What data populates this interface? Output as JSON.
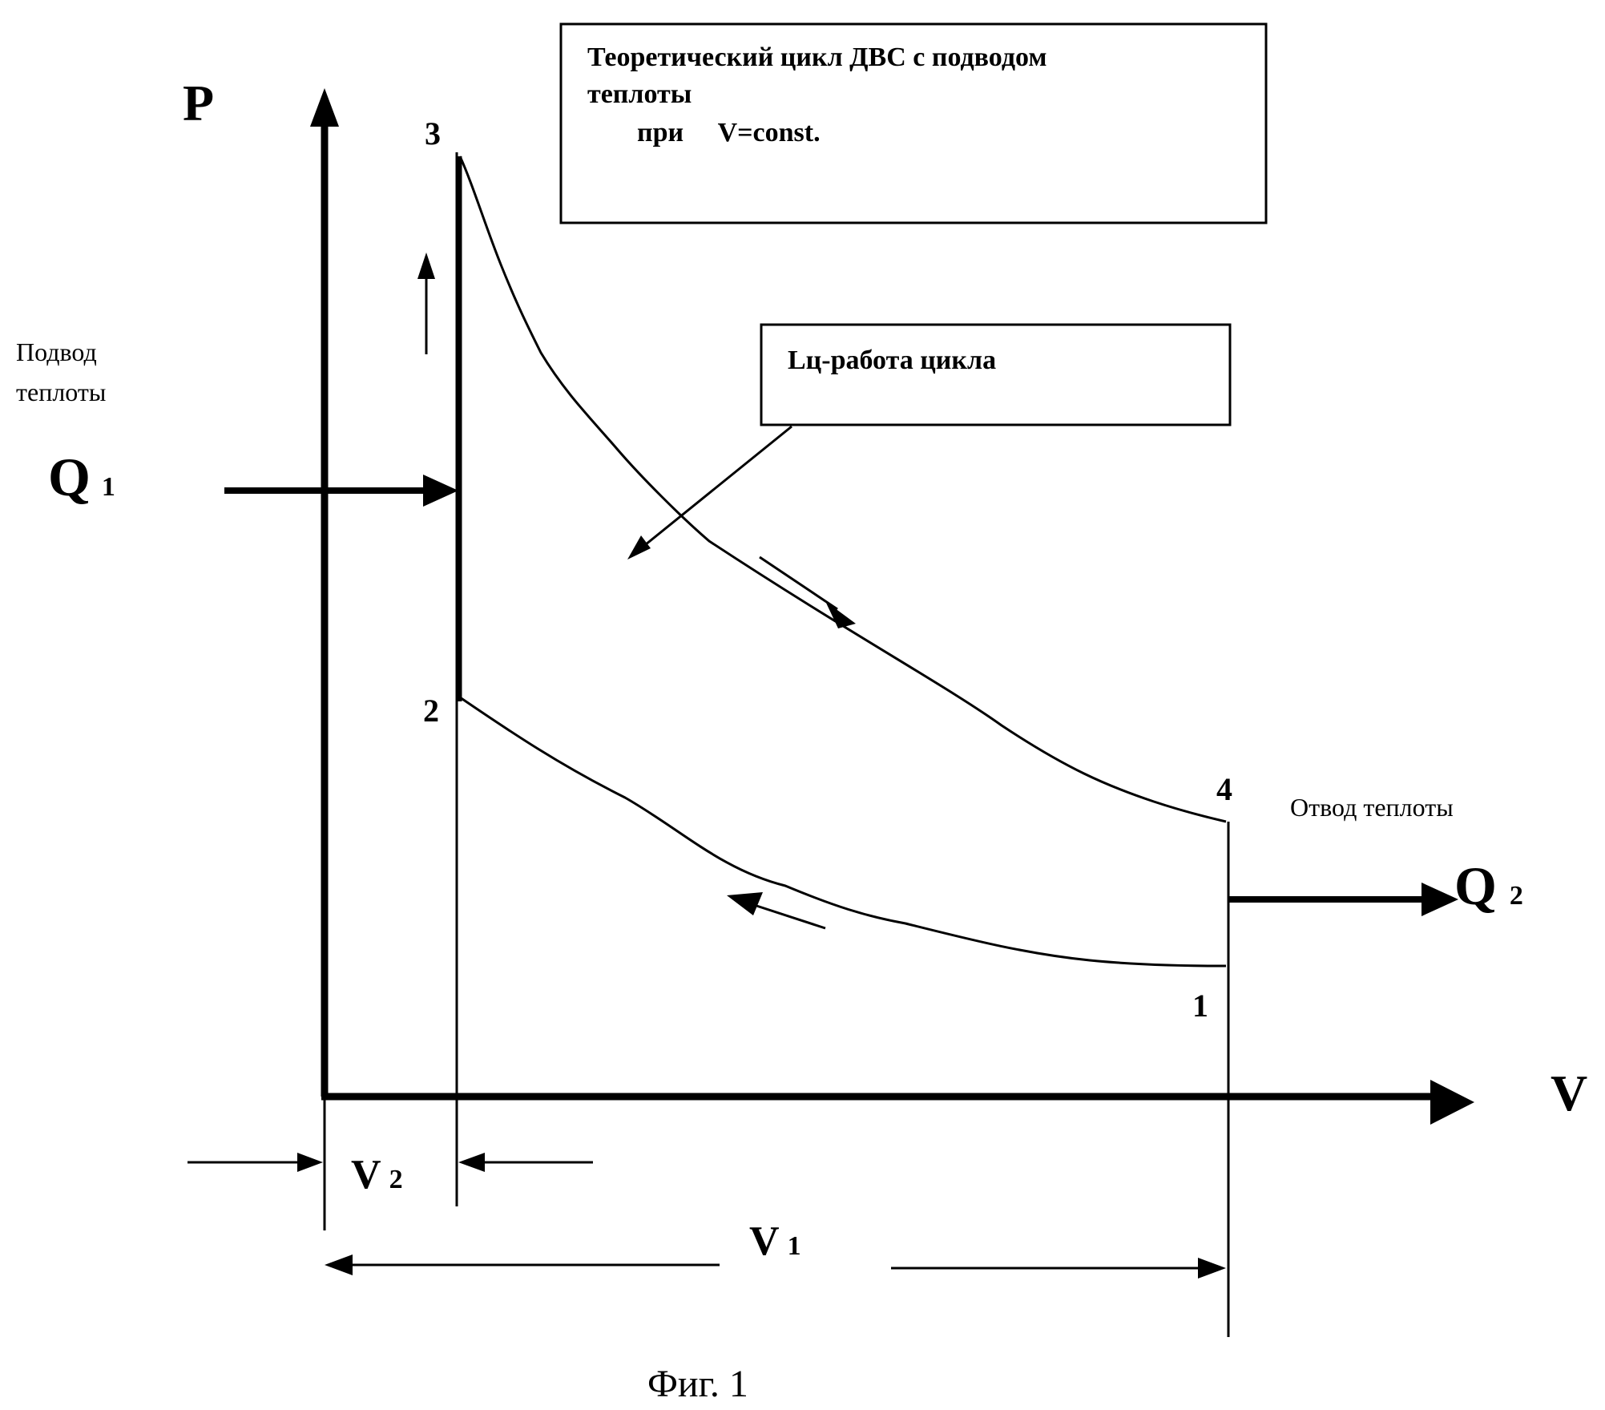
{
  "title_box": {
    "line1": "Теоретический цикл ДВС    с подводом",
    "line2": "теплоты",
    "line3": "при     V=const."
  },
  "work_box": {
    "label": "Lц-работа цикла"
  },
  "axes": {
    "p_label": "P",
    "v_label": "V"
  },
  "points": {
    "p1": "1",
    "p2": "2",
    "p3": "3",
    "p4": "4"
  },
  "heat_in": {
    "line1": "Подвод",
    "line2": "теплоты",
    "q": "Q",
    "q_sub": "1"
  },
  "heat_out": {
    "label": "Отвод теплоты",
    "q": "Q",
    "q_sub": "2"
  },
  "volumes": {
    "v2": "V",
    "v2_sub": "2",
    "v1": "V",
    "v1_sub": "1"
  },
  "caption": "Фиг. 1"
}
